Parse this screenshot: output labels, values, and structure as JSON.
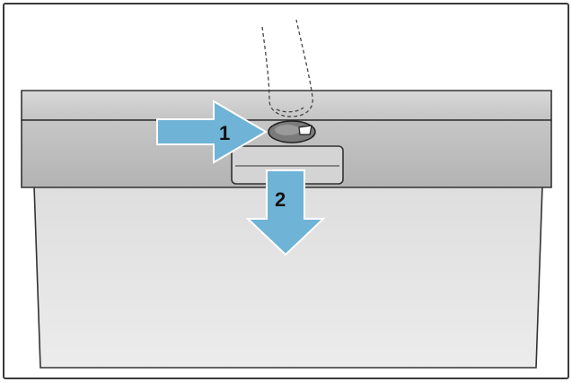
{
  "steps": [
    {
      "number": "1",
      "direction": "push-right"
    },
    {
      "number": "2",
      "direction": "pull-down"
    }
  ],
  "colors": {
    "frame": "#3a3a3a",
    "panel_top": "#cfcfcf",
    "panel_front": "#bdbdbd",
    "door_top": "#dedede",
    "door_bottom": "#eaeaea",
    "handle": "#d8d8d8",
    "latch": "#7a7a7a",
    "arrow": "#6fb3d6",
    "arrow_dark": "#4f98c2",
    "label": "#111111"
  },
  "icons": {
    "hand": "finger-outline-icon",
    "latch": "latch-button-icon"
  }
}
